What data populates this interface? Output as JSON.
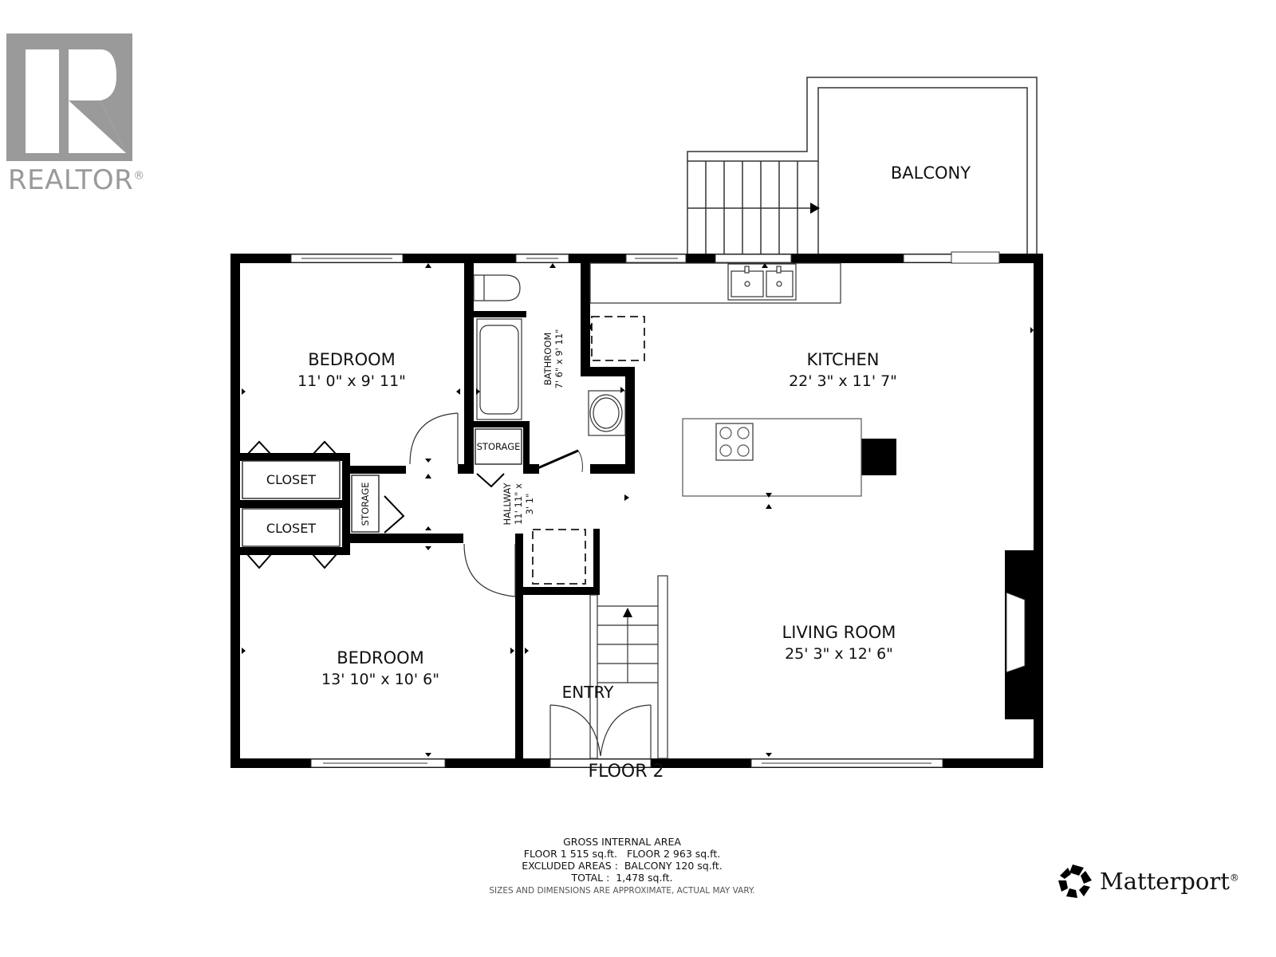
{
  "branding": {
    "realtor_logo_text": "REALTOR",
    "realtor_mark": "®",
    "matterport_text": "Matterport",
    "matterport_mark": "®"
  },
  "floor_label": "FLOOR 2",
  "rooms": {
    "bedroom_1": {
      "name": "BEDROOM",
      "dims": "11' 0\" x 9' 11\""
    },
    "bedroom_2": {
      "name": "BEDROOM",
      "dims": "13' 10\" x 10' 6\""
    },
    "bathroom": {
      "name": "BATHROOM",
      "dims": "7' 6\" x 9' 11\""
    },
    "kitchen": {
      "name": "KITCHEN",
      "dims": "22' 3\" x 11' 7\""
    },
    "living_room": {
      "name": "LIVING ROOM",
      "dims": "25' 3\" x 12' 6\""
    },
    "hallway": {
      "name": "HALLWAY",
      "dims_line1": "11' 11\" x",
      "dims_line2": "3' 1\""
    },
    "entry": {
      "name": "ENTRY"
    },
    "balcony": {
      "name": "BALCONY"
    },
    "closet_1": {
      "name": "CLOSET"
    },
    "closet_2": {
      "name": "CLOSET"
    },
    "storage_bath": {
      "name": "STORAGE"
    },
    "storage_hall": {
      "name": "STORAGE"
    }
  },
  "area_summary": {
    "heading": "GROSS INTERNAL AREA",
    "floors": "FLOOR 1 515 sq.ft.   FLOOR 2 963 sq.ft.",
    "excluded": "EXCLUDED AREAS :  BALCONY 120 sq.ft.",
    "total": "TOTAL :  1,478 sq.ft.",
    "disclaimer": "SIZES AND DIMENSIONS ARE APPROXIMATE, ACTUAL MAY VARY."
  },
  "colors": {
    "wall": "#000000",
    "line": "#333333",
    "logo_gray": "#9a9a9a",
    "background": "#ffffff"
  }
}
